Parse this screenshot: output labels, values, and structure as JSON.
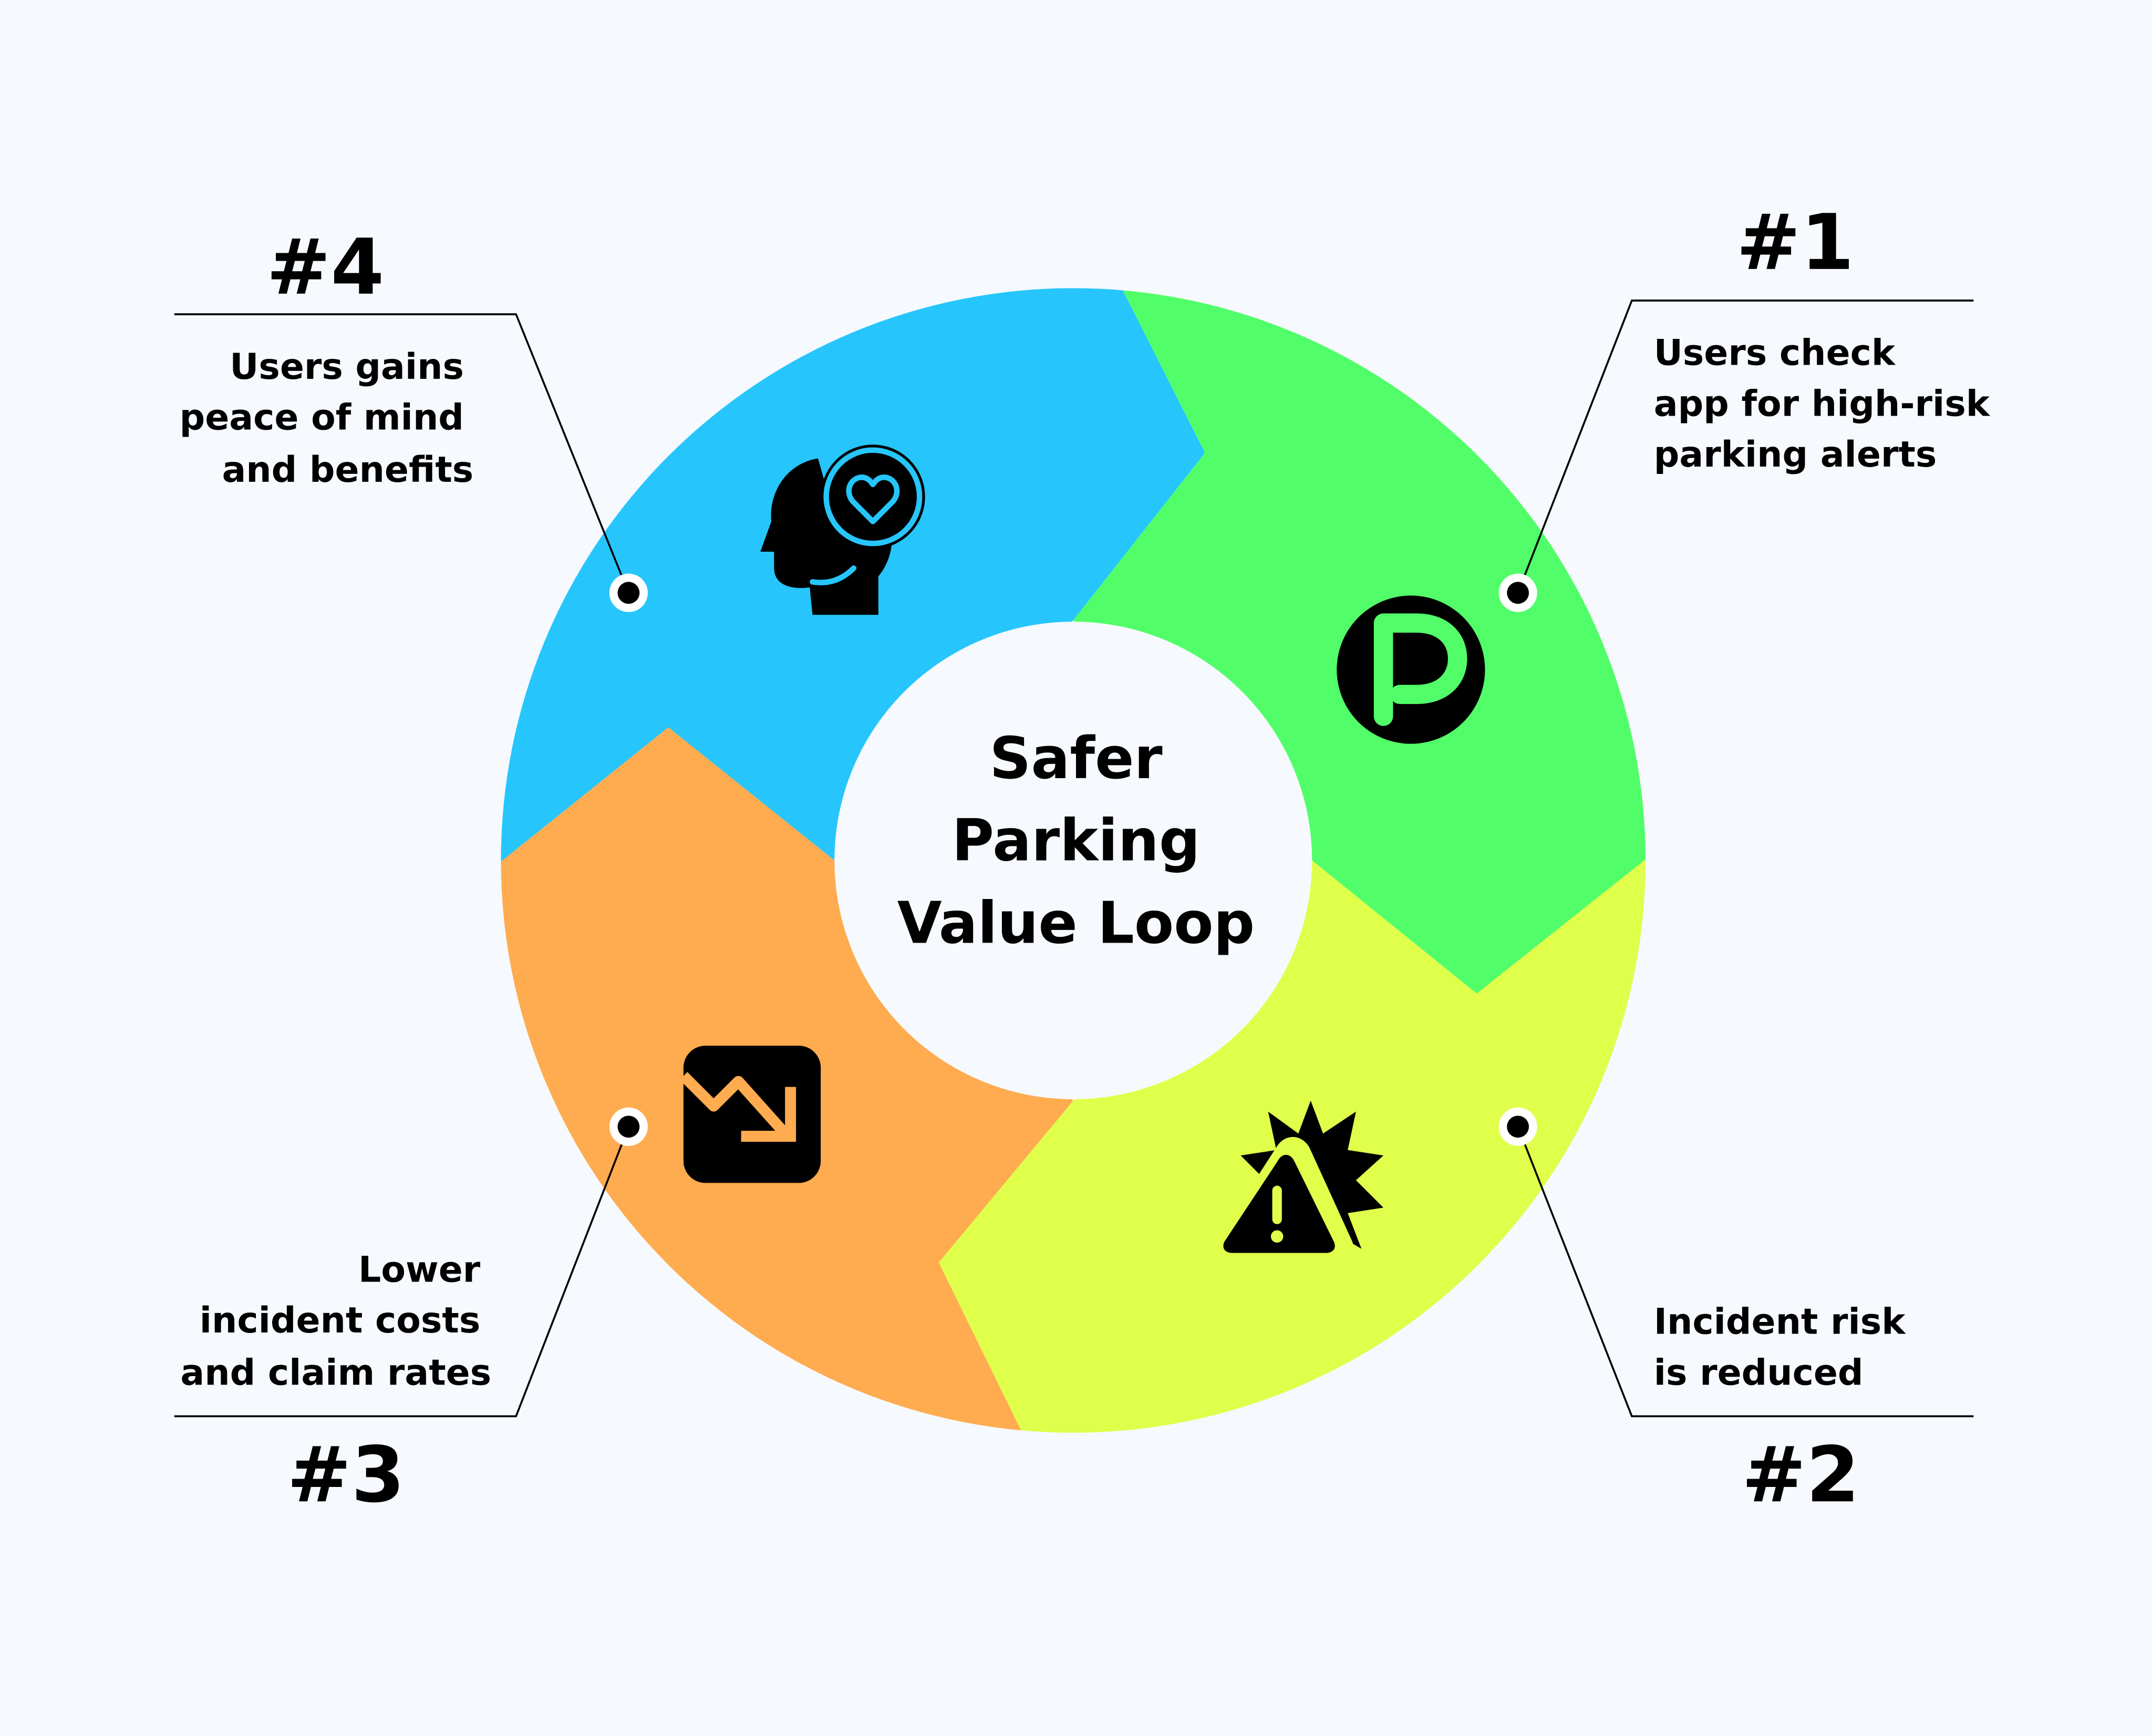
{
  "title": [
    "Safer",
    "Parking",
    "Value Loop"
  ],
  "steps": [
    {
      "number": "#1",
      "caption": [
        "Users check",
        "app for high-risk",
        "parking alerts"
      ],
      "color": "#51fe69",
      "icon": "parking-icon"
    },
    {
      "number": "#2",
      "caption": [
        "Incident risk",
        "is reduced"
      ],
      "color": "#dfff4b",
      "icon": "warning-explosion-icon"
    },
    {
      "number": "#3",
      "caption": [
        "Lower",
        "incident costs",
        "and claim rates"
      ],
      "color": "#ffab4f",
      "icon": "trend-down-icon"
    },
    {
      "number": "#4",
      "caption": [
        "Users gains",
        "peace of mind",
        "and benefits"
      ],
      "color": "#26c6fc",
      "icon": "mind-heart-icon"
    }
  ],
  "colors": {
    "background": "#f6f9fd",
    "center": "#f6f9fd",
    "ink": "#000000"
  }
}
